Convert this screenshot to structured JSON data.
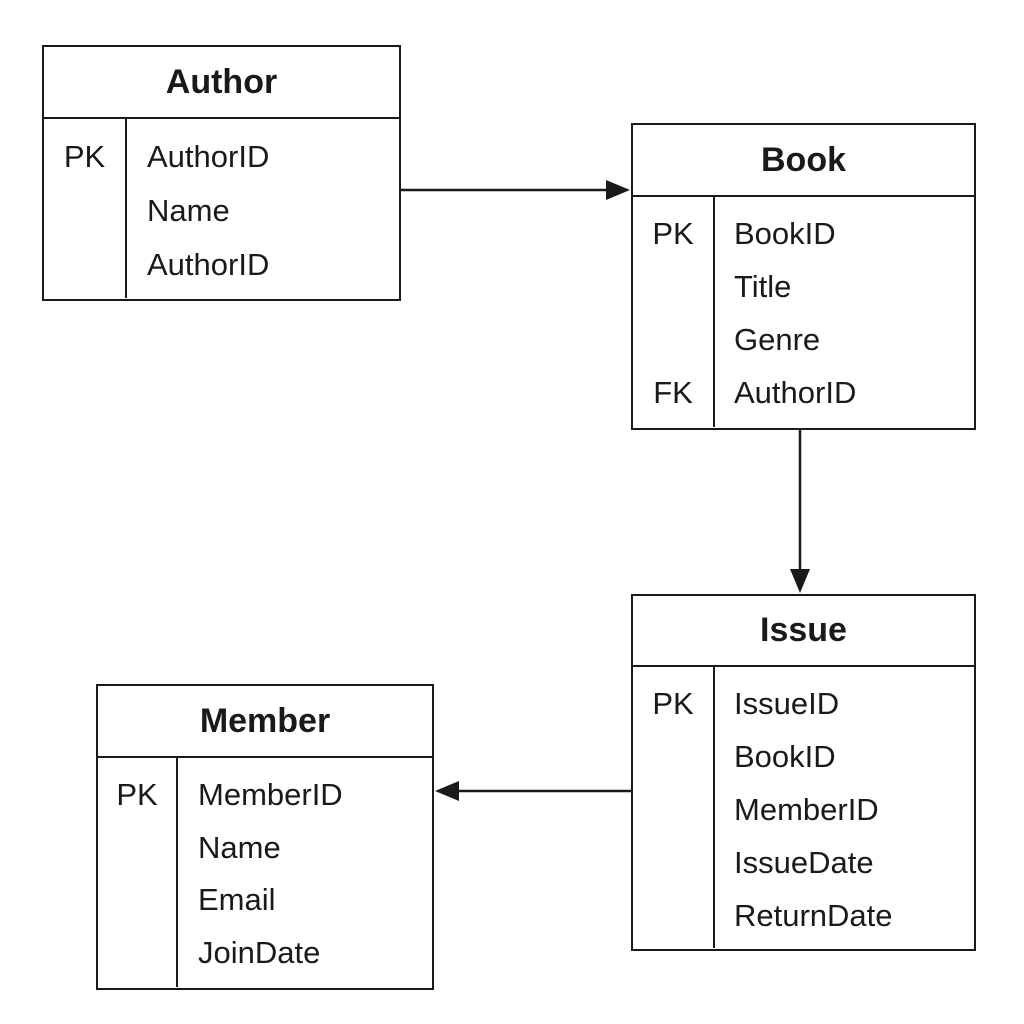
{
  "entities": {
    "author": {
      "name": "Author",
      "fields": [
        {
          "key": "PK",
          "name": "AuthorID"
        },
        {
          "key": "",
          "name": "Name"
        },
        {
          "key": "",
          "name": "AuthorID"
        }
      ]
    },
    "book": {
      "name": "Book",
      "fields": [
        {
          "key": "PK",
          "name": "BookID"
        },
        {
          "key": "",
          "name": "Title"
        },
        {
          "key": "",
          "name": "Genre"
        },
        {
          "key": "FK",
          "name": "AuthorID"
        }
      ]
    },
    "issue": {
      "name": "Issue",
      "fields": [
        {
          "key": "PK",
          "name": "IssueID"
        },
        {
          "key": "",
          "name": "BookID"
        },
        {
          "key": "",
          "name": "MemberID"
        },
        {
          "key": "",
          "name": "IssueDate"
        },
        {
          "key": "",
          "name": "ReturnDate"
        }
      ]
    },
    "member": {
      "name": "Member",
      "fields": [
        {
          "key": "PK",
          "name": "MemberID"
        },
        {
          "key": "",
          "name": "Name"
        },
        {
          "key": "",
          "name": "Email"
        },
        {
          "key": "",
          "name": "JoinDate"
        }
      ]
    }
  },
  "relationships": [
    {
      "from": "Author",
      "to": "Book"
    },
    {
      "from": "Book",
      "to": "Issue"
    },
    {
      "from": "Issue",
      "to": "Member"
    }
  ],
  "colors": {
    "line": "#1a1a1a",
    "background": "#ffffff"
  }
}
